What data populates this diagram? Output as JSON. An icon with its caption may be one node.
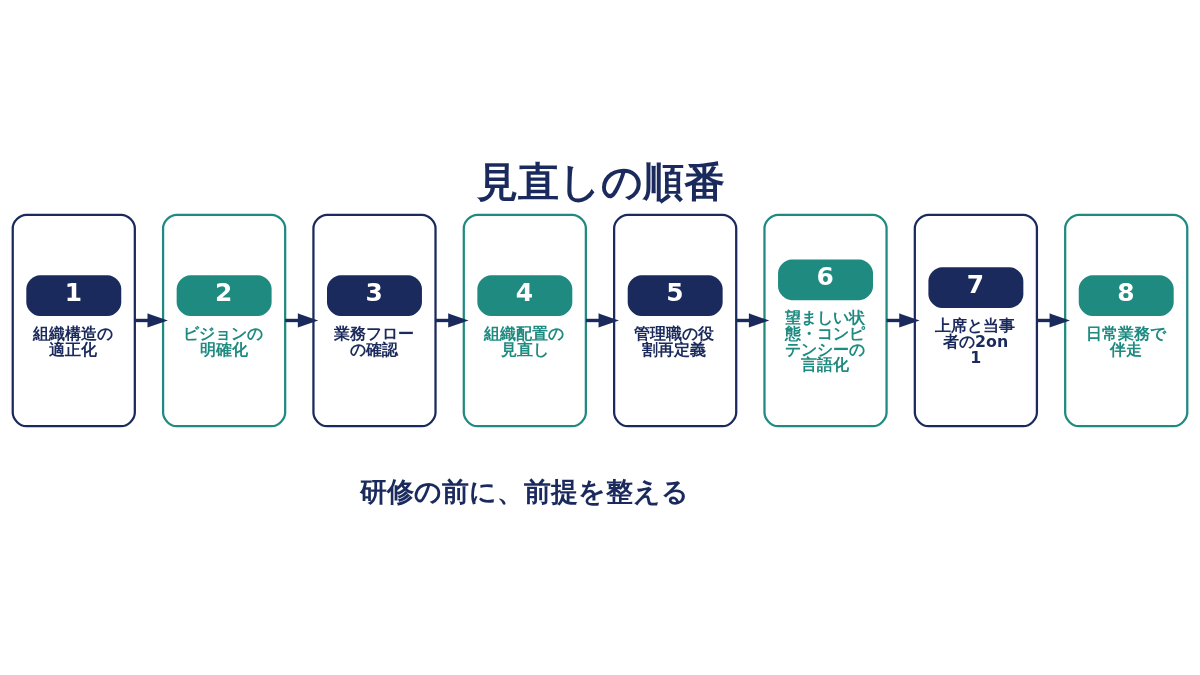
{
  "diagram": {
    "title": "見直しの順番",
    "caption": "研修の前に、前提を整える",
    "nodes": [
      {
        "text": [
          "1",
          "組織構造の適正化"
        ]
      },
      {
        "text": [
          "2",
          "ビジョンの明確化"
        ]
      },
      {
        "text": [
          "3",
          "業務フローの確認"
        ]
      },
      {
        "text": [
          "4",
          "組織配置の見直し"
        ]
      },
      {
        "text": [
          "5",
          "管理職の役割再定義"
        ]
      },
      {
        "text": [
          "6",
          "望ましい状態・コンピテンシーの言語化"
        ]
      },
      {
        "text": [
          "7",
          "上席と当事者の2on1"
        ]
      },
      {
        "text": [
          "8",
          "日常業務で伴走"
        ]
      }
    ],
    "edges": [
      {
        "from": 0,
        "to": 1,
        "arrow": "to"
      },
      {
        "from": 1,
        "to": 2,
        "arrow": "to"
      },
      {
        "from": 2,
        "to": 3,
        "arrow": "to"
      },
      {
        "from": 3,
        "to": 4,
        "arrow": "to"
      },
      {
        "from": 4,
        "to": 5,
        "arrow": "to"
      },
      {
        "from": 5,
        "to": 6,
        "arrow": "to"
      },
      {
        "from": 6,
        "to": 7,
        "arrow": "to"
      }
    ]
  }
}
